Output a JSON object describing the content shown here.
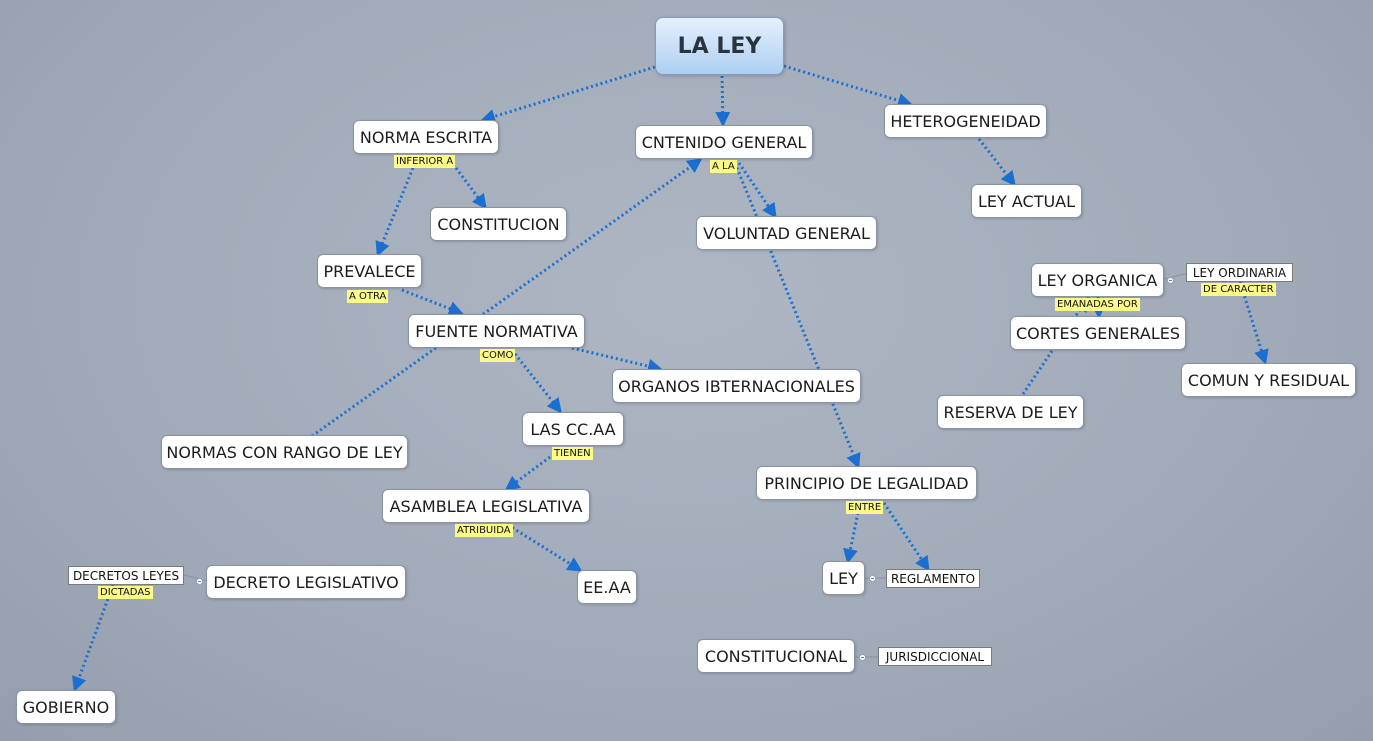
{
  "title": "LA LEY",
  "colors": {
    "edge": "#1a6fd0",
    "label_bg": "#fbfb86"
  },
  "nodes": {
    "norma_escrita": "NORMA ESCRITA",
    "contenido_general": "CNTENIDO GENERAL",
    "heterogeneidad": "HETEROGENEIDAD",
    "constitucion": "CONSTITUCION",
    "voluntad_general": "VOLUNTAD GENERAL",
    "ley_actual": "LEY ACTUAL",
    "prevalece": "PREVALECE",
    "ley_organica": "LEY ORGANICA",
    "fuente_normativa": "FUENTE NORMATIVA",
    "cortes_generales": "CORTES GENERALES",
    "organos_internacionales": "ORGANOS IBTERNACIONALES",
    "comun_residual": "COMUN Y RESIDUAL",
    "reserva_ley": "RESERVA DE LEY",
    "las_ccaa": "LAS  CC.AA",
    "normas_rango_ley": "NORMAS CON RANGO DE LEY",
    "principio_legalidad": "PRINCIPIO DE LEGALIDAD",
    "asamblea_legislativa": "ASAMBLEA LEGISLATIVA",
    "decreto_legislativo": "DECRETO LEGISLATIVO",
    "ley": "LEY",
    "eeaa": "EE.AA",
    "constitucional": "CONSTITUCIONAL",
    "gobierno": "GOBIERNO"
  },
  "side_nodes": {
    "ley_ordinaria": "LEY ORDINARIA",
    "decretos_leyes": "DECRETOS LEYES",
    "reglamento": "REGLAMENTO",
    "jurisdiccional": "JURISDICCIONAL"
  },
  "labels": {
    "inferior_a": "INFERIOR A",
    "a_la": "A LA",
    "a_otra": "A  OTRA",
    "emanadas_por": "EMANADAS POR",
    "de_caracter": "DE CARACTER",
    "como": "COMO",
    "tienen": "TIENEN",
    "entre": "ENTRE",
    "atribuida": "ATRIBUIDA",
    "dictadas": "DICTADAS"
  }
}
